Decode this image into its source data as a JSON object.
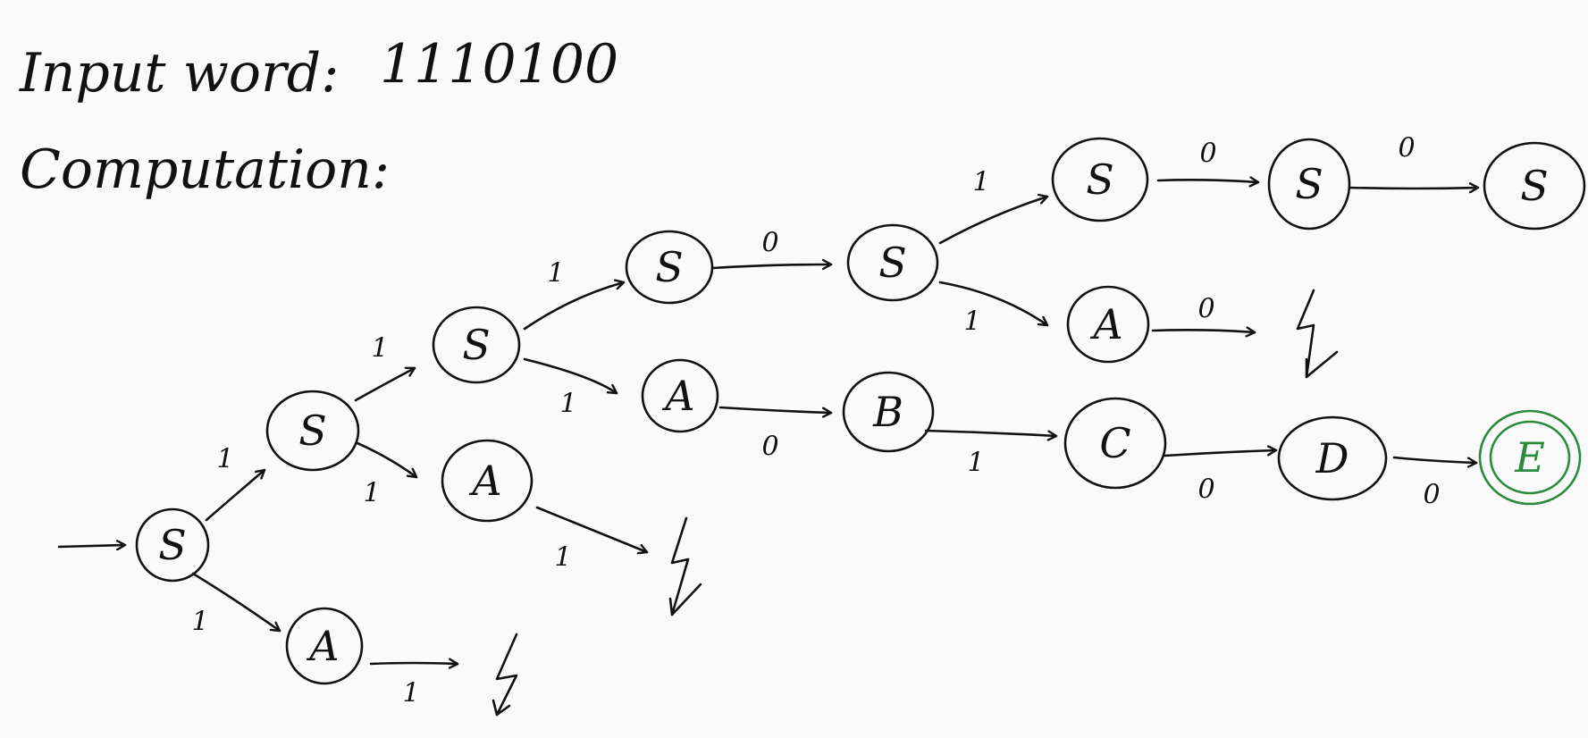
{
  "header": {
    "input_label": "Input word:",
    "input_word": "1110100",
    "computation_label": "Computation:"
  },
  "colors": {
    "ink": "#111111",
    "accept": "#2a8a3e",
    "background": "#fafafa"
  },
  "nodes": [
    {
      "id": "n0",
      "label": "S",
      "accept": false
    },
    {
      "id": "n1",
      "label": "S",
      "accept": false
    },
    {
      "id": "n2",
      "label": "A",
      "accept": false
    },
    {
      "id": "n3",
      "label": "S",
      "accept": false
    },
    {
      "id": "n4",
      "label": "A",
      "accept": false
    },
    {
      "id": "n5",
      "label": "S",
      "accept": false
    },
    {
      "id": "n6",
      "label": "A",
      "accept": false
    },
    {
      "id": "n7",
      "label": "S",
      "accept": false
    },
    {
      "id": "n8",
      "label": "B",
      "accept": false
    },
    {
      "id": "n9",
      "label": "S",
      "accept": false
    },
    {
      "id": "n10",
      "label": "A",
      "accept": false
    },
    {
      "id": "n11",
      "label": "C",
      "accept": false
    },
    {
      "id": "n12",
      "label": "S",
      "accept": false
    },
    {
      "id": "n13",
      "label": "D",
      "accept": false
    },
    {
      "id": "n14",
      "label": "S",
      "accept": false
    },
    {
      "id": "n15",
      "label": "E",
      "accept": true
    }
  ],
  "edges": [
    {
      "from": "n0",
      "to": "n1",
      "label": "1"
    },
    {
      "from": "n0",
      "to": "n2",
      "label": "1"
    },
    {
      "from": "n2",
      "to": "dead",
      "label": "1"
    },
    {
      "from": "n1",
      "to": "n3",
      "label": "1"
    },
    {
      "from": "n1",
      "to": "n4",
      "label": "1"
    },
    {
      "from": "n4",
      "to": "dead",
      "label": "1"
    },
    {
      "from": "n3",
      "to": "n5",
      "label": "1"
    },
    {
      "from": "n3",
      "to": "n6",
      "label": "1"
    },
    {
      "from": "n5",
      "to": "n7",
      "label": "0"
    },
    {
      "from": "n6",
      "to": "n8",
      "label": "0"
    },
    {
      "from": "n7",
      "to": "n9",
      "label": "1"
    },
    {
      "from": "n7",
      "to": "n10",
      "label": "1"
    },
    {
      "from": "n8",
      "to": "n11",
      "label": "1"
    },
    {
      "from": "n9",
      "to": "n12",
      "label": "0"
    },
    {
      "from": "n10",
      "to": "dead",
      "label": "0"
    },
    {
      "from": "n11",
      "to": "n13",
      "label": "0"
    },
    {
      "from": "n12",
      "to": "n14",
      "label": "0"
    },
    {
      "from": "n13",
      "to": "n15",
      "label": "0"
    }
  ]
}
